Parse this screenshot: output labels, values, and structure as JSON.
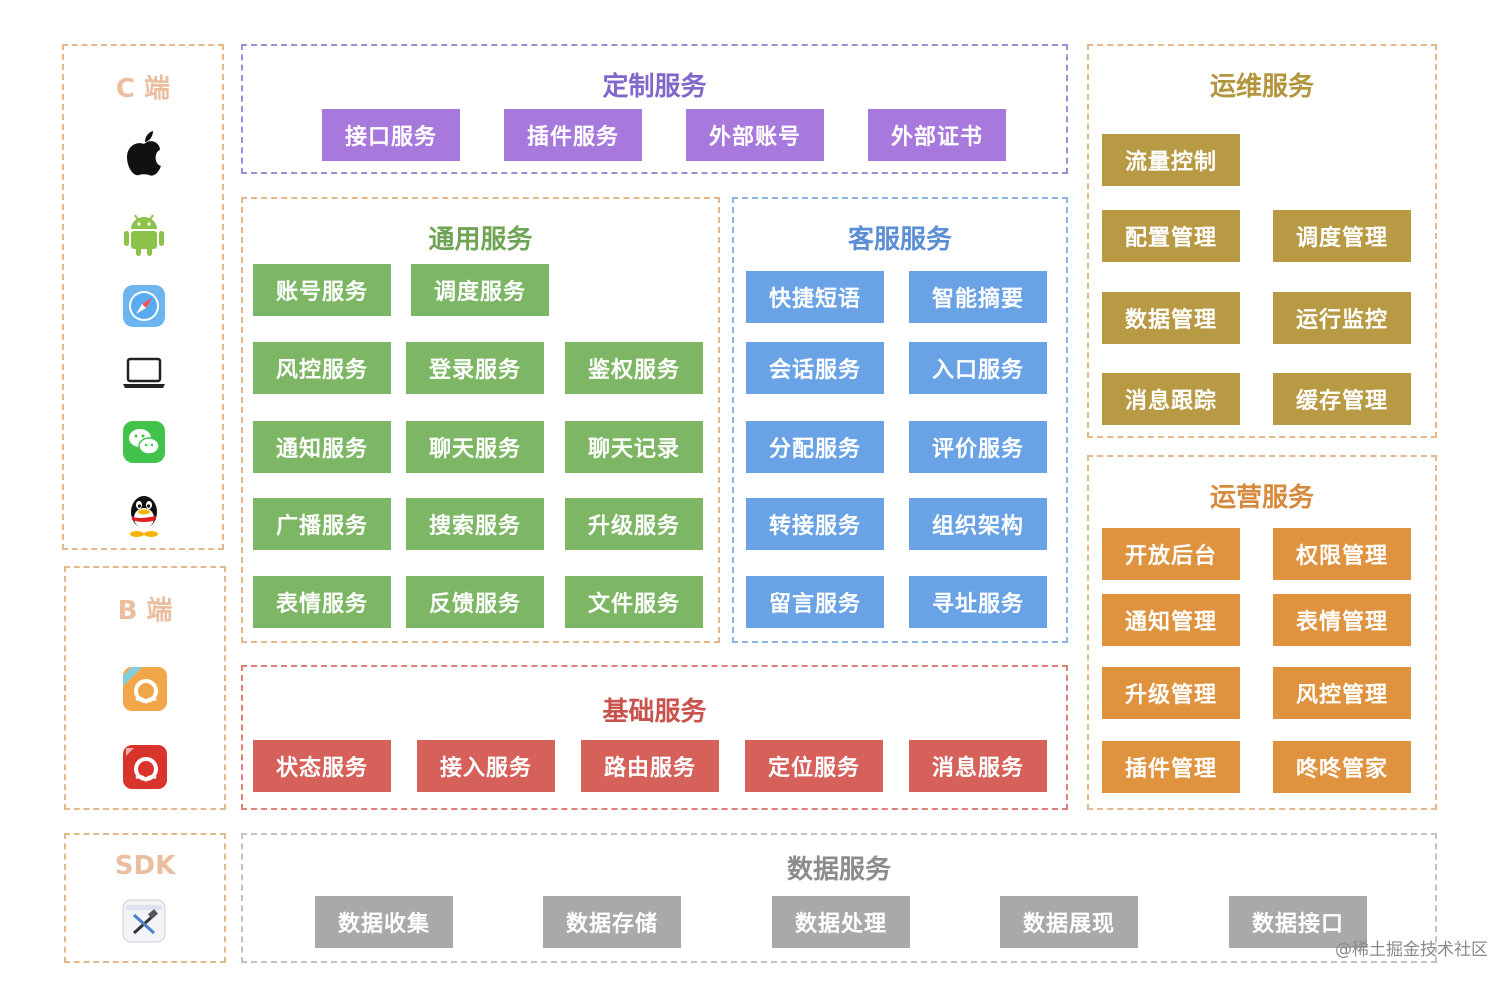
{
  "client_c": {
    "title": "C 端",
    "icons": [
      "apple-icon",
      "android-icon",
      "safari-icon",
      "laptop-icon",
      "wechat-icon",
      "qq-icon"
    ]
  },
  "client_b": {
    "title": "B 端",
    "icons": [
      "client-app-icon",
      "client-app-red-icon"
    ]
  },
  "sdk": {
    "title": "SDK",
    "icon": "xcode-icon"
  },
  "custom": {
    "title": "定制服务",
    "items": [
      "接口服务",
      "插件服务",
      "外部账号",
      "外部证书"
    ]
  },
  "general": {
    "title": "通用服务",
    "items": [
      "账号服务",
      "调度服务",
      "风控服务",
      "登录服务",
      "鉴权服务",
      "通知服务",
      "聊天服务",
      "聊天记录",
      "广播服务",
      "搜索服务",
      "升级服务",
      "表情服务",
      "反馈服务",
      "文件服务"
    ]
  },
  "customer": {
    "title": "客服服务",
    "items": [
      "快捷短语",
      "智能摘要",
      "会话服务",
      "入口服务",
      "分配服务",
      "评价服务",
      "转接服务",
      "组织架构",
      "留言服务",
      "寻址服务"
    ]
  },
  "ops": {
    "title": "运维服务",
    "items": [
      "流量控制",
      "配置管理",
      "调度管理",
      "数据管理",
      "运行监控",
      "消息跟踪",
      "缓存管理"
    ]
  },
  "operate": {
    "title": "运营服务",
    "items": [
      "开放后台",
      "权限管理",
      "通知管理",
      "表情管理",
      "升级管理",
      "风控管理",
      "插件管理",
      "咚咚管家"
    ]
  },
  "basic": {
    "title": "基础服务",
    "items": [
      "状态服务",
      "接入服务",
      "路由服务",
      "定位服务",
      "消息服务"
    ]
  },
  "data": {
    "title": "数据服务",
    "items": [
      "数据收集",
      "数据存储",
      "数据处理",
      "数据展现",
      "数据接口"
    ]
  },
  "watermark": "@稀土掘金技术社区",
  "colors": {
    "custom": "#a779dc",
    "general": "#7db765",
    "customer": "#6aa2e6",
    "basic": "#d6605a",
    "ops": "#b99a44",
    "operate": "#e0933f",
    "data": "#a9a9a9"
  }
}
